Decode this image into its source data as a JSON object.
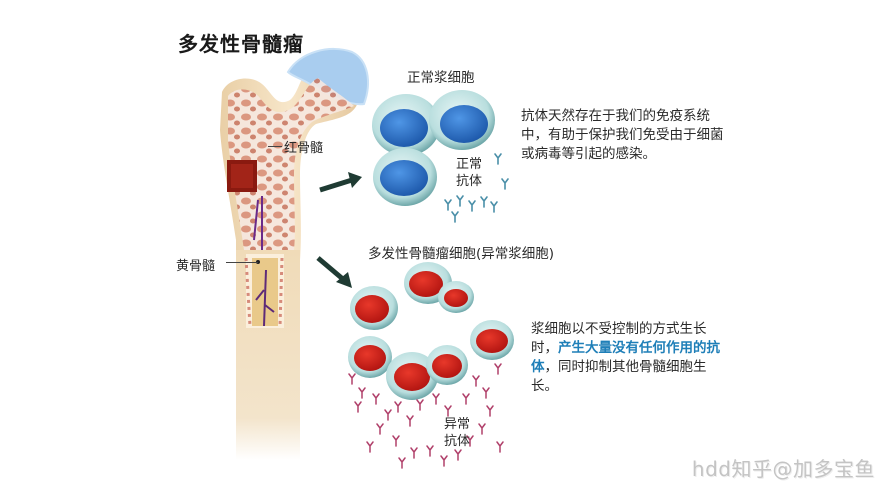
{
  "title": "多发性骨髓瘤",
  "bone": {
    "red_marrow_label": "红骨髓",
    "yellow_marrow_label": "黄骨髓"
  },
  "normal_section": {
    "heading": "正常浆细胞",
    "antibody_label_line1": "正常",
    "antibody_label_line2": "抗体",
    "description": "抗体天然存在于我们的免疫系统中，有助于保护我们免受由于细菌或病毒等引起的感染。"
  },
  "abnormal_section": {
    "heading": "多发性骨髓瘤细胞(异常浆细胞)",
    "antibody_label_line1": "异常",
    "antibody_label_line2": "抗体",
    "description_part1": "浆细胞以不受控制的方式生长时，",
    "description_highlight": "产生大量没有任何作用的抗体",
    "description_part2": "，同时抑制其他骨髓细胞生长。"
  },
  "watermark": "hdd知乎@加多宝鱼",
  "colors": {
    "normal_nucleus": "#2f73c9",
    "abnormal_nucleus": "#d0201a",
    "cell_membrane": "#bfe3e3",
    "normal_antibody": "#4a8fa8",
    "abnormal_antibody": "#b0406a",
    "arrow": "#1f3b33",
    "bone": "#f2dcb8",
    "cartilage": "#a9cdef",
    "highlight_text": "#1f7fb8"
  }
}
